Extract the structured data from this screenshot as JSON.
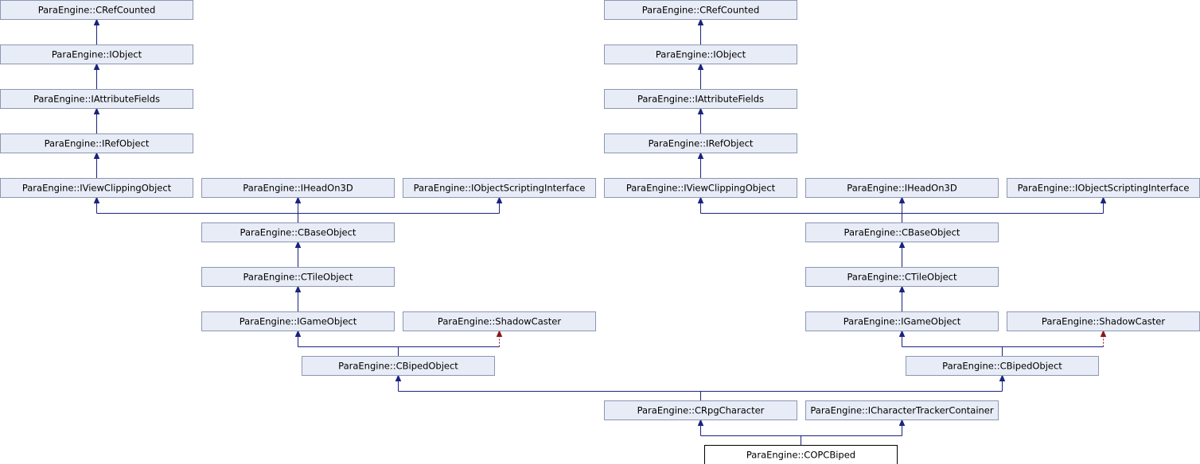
{
  "nodes": {
    "l_crefcounted": "ParaEngine::CRefCounted",
    "l_iobject": "ParaEngine::IObject",
    "l_iattributefields": "ParaEngine::IAttributeFields",
    "l_irefobject": "ParaEngine::IRefObject",
    "l_iviewclipping": "ParaEngine::IViewClippingObject",
    "l_iheadon3d": "ParaEngine::IHeadOn3D",
    "l_iobjectscripting": "ParaEngine::IObjectScriptingInterface",
    "l_cbaseobject": "ParaEngine::CBaseObject",
    "l_ctileobject": "ParaEngine::CTileObject",
    "l_igameobject": "ParaEngine::IGameObject",
    "l_shadowcaster": "ParaEngine::ShadowCaster",
    "l_cbipedobject": "ParaEngine::CBipedObject",
    "r_crefcounted": "ParaEngine::CRefCounted",
    "r_iobject": "ParaEngine::IObject",
    "r_iattributefields": "ParaEngine::IAttributeFields",
    "r_irefobject": "ParaEngine::IRefObject",
    "r_iviewclipping": "ParaEngine::IViewClippingObject",
    "r_iheadon3d": "ParaEngine::IHeadOn3D",
    "r_iobjectscripting": "ParaEngine::IObjectScriptingInterface",
    "r_cbaseobject": "ParaEngine::CBaseObject",
    "r_ctileobject": "ParaEngine::CTileObject",
    "r_igameobject": "ParaEngine::IGameObject",
    "r_shadowcaster": "ParaEngine::ShadowCaster",
    "r_cbipedobject": "ParaEngine::CBipedObject",
    "crpgcharacter": "ParaEngine::CRpgCharacter",
    "icharactertracker": "ParaEngine::ICharacterTrackerContainer",
    "copcbiped": "ParaEngine::COPCBiped"
  },
  "colors": {
    "node_fill": "#e8ecf6",
    "node_border": "#8c96b3",
    "edge": "#1a237e",
    "protected_edge": "#8b1a1a",
    "highlight_border": "#000000"
  }
}
